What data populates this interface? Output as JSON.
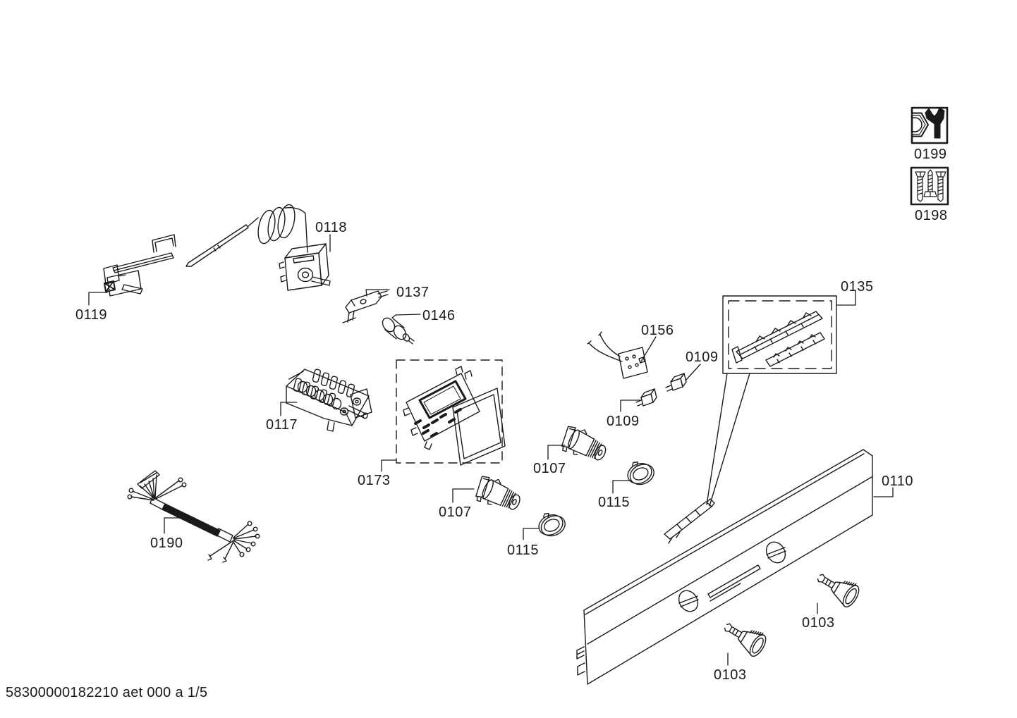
{
  "diagram": {
    "footer": "58300000182210 aet 000 a 1/5"
  },
  "labels": [
    {
      "part": "0118",
      "text": "0118"
    },
    {
      "part": "0119",
      "text": "0119"
    },
    {
      "part": "0137",
      "text": "0137"
    },
    {
      "part": "0146",
      "text": "0146"
    },
    {
      "part": "0117",
      "text": "0117"
    },
    {
      "part": "0173",
      "text": "0173"
    },
    {
      "part": "0190",
      "text": "0190"
    },
    {
      "part": "0107",
      "position": "upper",
      "text": "0107"
    },
    {
      "part": "0107",
      "position": "lower",
      "text": "0107"
    },
    {
      "part": "0115",
      "position": "upper",
      "text": "0115"
    },
    {
      "part": "0115",
      "position": "lower",
      "text": "0115"
    },
    {
      "part": "0156",
      "text": "0156"
    },
    {
      "part": "0109",
      "position": "right",
      "text": "0109"
    },
    {
      "part": "0109",
      "position": "left",
      "text": "0109"
    },
    {
      "part": "0135",
      "text": "0135"
    },
    {
      "part": "0110",
      "text": "0110"
    },
    {
      "part": "0103",
      "position": "right",
      "text": "0103"
    },
    {
      "part": "0103",
      "position": "bottom",
      "text": "0103"
    },
    {
      "part": "0199",
      "text": "0199"
    },
    {
      "part": "0198",
      "text": "0198"
    }
  ],
  "icons": {
    "tools": {
      "part": "0199",
      "name": "wrench-and-nut-icon"
    },
    "screws": {
      "part": "0198",
      "name": "screws-icon"
    }
  }
}
